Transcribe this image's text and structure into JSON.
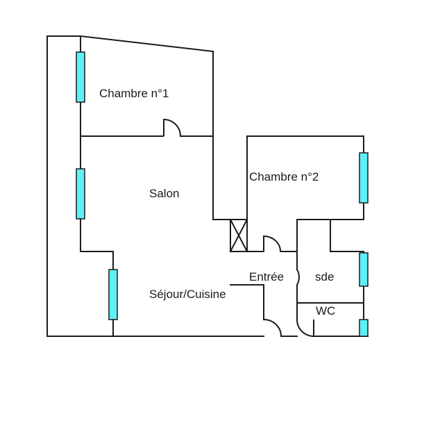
{
  "plan": {
    "rooms": {
      "chambre1": "Chambre n°1",
      "salon": "Salon",
      "sejour": "Séjour/Cuisine",
      "chambre2": "Chambre n°2",
      "entree": "Entrée",
      "sde": "sde",
      "wc": "WC"
    },
    "window_color": "#5ef0f5",
    "wall_color": "#1a1a1a"
  }
}
